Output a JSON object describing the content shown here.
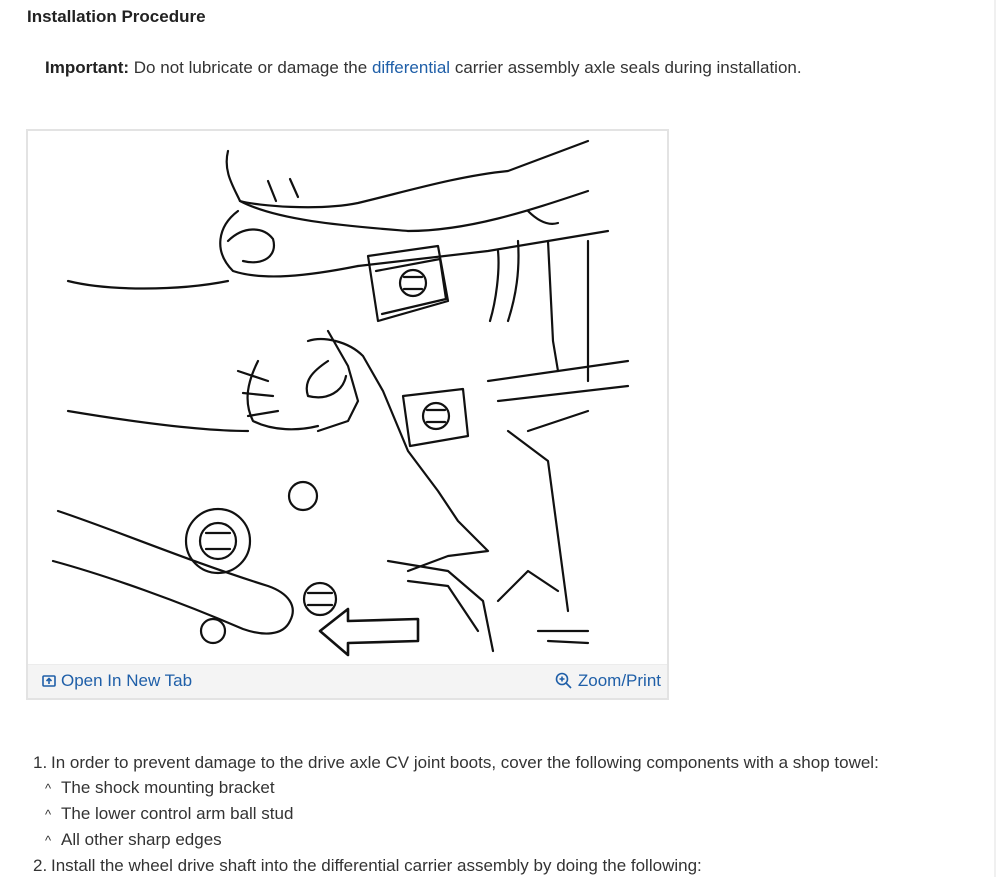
{
  "heading": "Installation Procedure",
  "important": {
    "label": "Important:",
    "text_before": "Do not lubricate or damage the",
    "link": "differential",
    "text_after": "carrier assembly axle seals during installation."
  },
  "figure": {
    "open_tab_label": "Open In New Tab",
    "zoom_label": "Zoom/Print",
    "link_color": "#1f5fa8"
  },
  "steps": [
    {
      "num": "1.",
      "text": "In order to prevent damage to the drive axle CV joint boots, cover the following components with a shop towel:",
      "subitems": [
        "The shock mounting bracket",
        "The lower control arm ball stud",
        "All other sharp edges"
      ]
    },
    {
      "num": "2.",
      "text": "Install the wheel drive shaft into the differential carrier assembly by doing the following:"
    }
  ],
  "bullet_glyph": "^"
}
